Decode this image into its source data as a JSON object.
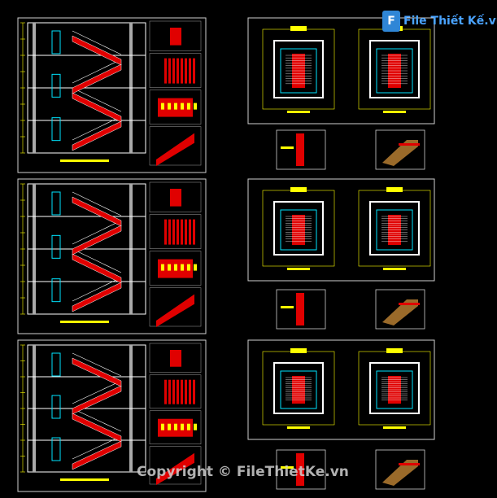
{
  "logo": {
    "mark": "F",
    "text": "File Thiết Kế.vn"
  },
  "watermark": "Copyright © FileThietKe.vn",
  "colors": {
    "background": "#000000",
    "frame": "#cfcfcf",
    "stair_fill": "#e00000",
    "wall": "#ffffff",
    "dim_line": "#ffff00",
    "accent_cyan": "#00e5ff",
    "logo_blue": "#2f86d6"
  },
  "sheets": [
    {
      "id": "section-1",
      "kind": "stair-section-sheet"
    },
    {
      "id": "section-2",
      "kind": "stair-section-sheet"
    },
    {
      "id": "section-3",
      "kind": "stair-section-sheet"
    },
    {
      "id": "plan-1",
      "kind": "stair-plan-sheet"
    },
    {
      "id": "plan-2",
      "kind": "stair-plan-sheet"
    },
    {
      "id": "plan-3",
      "kind": "stair-plan-sheet"
    }
  ]
}
